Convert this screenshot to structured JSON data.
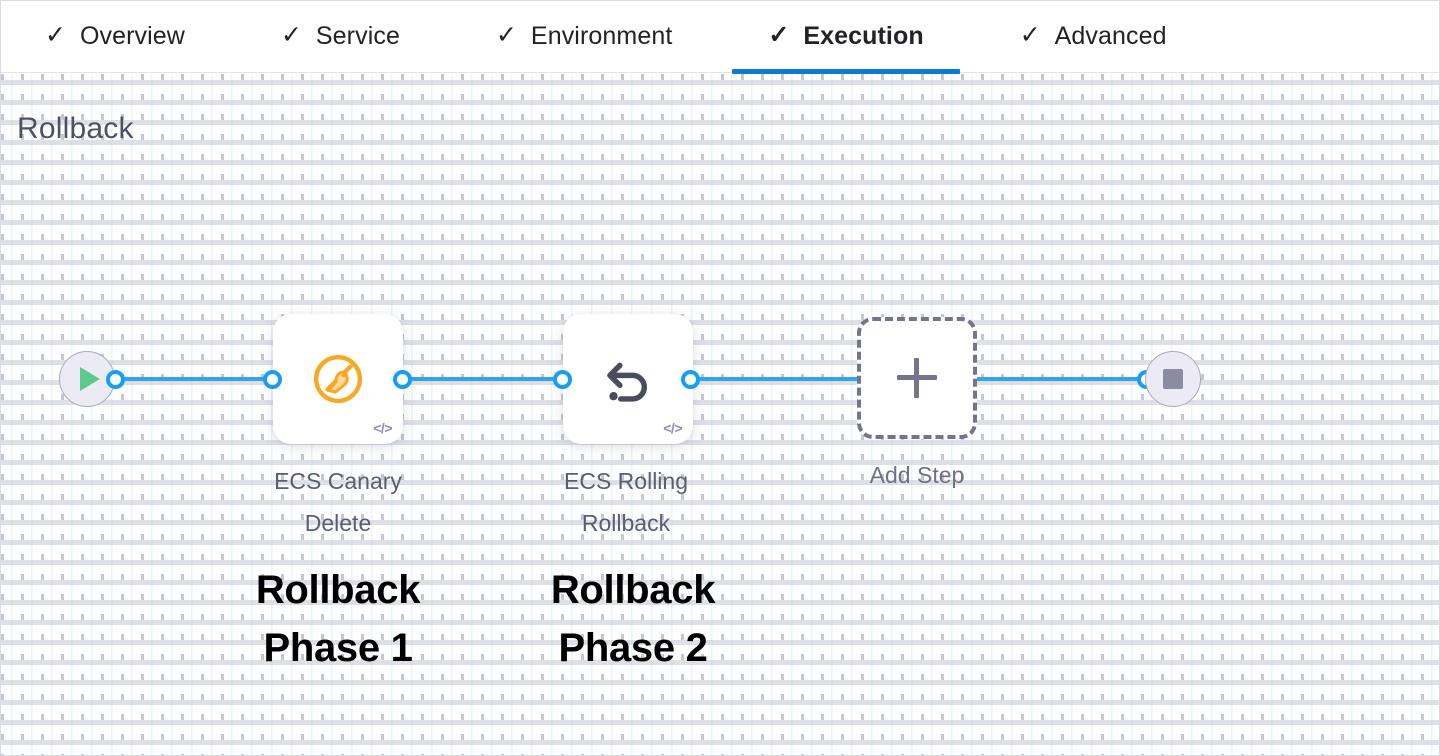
{
  "header": {
    "tabs": [
      {
        "label": "Overview",
        "icon": "check-icon",
        "active": false,
        "complete": true
      },
      {
        "label": "Service",
        "icon": "check-icon",
        "active": false,
        "complete": true
      },
      {
        "label": "Environment",
        "icon": "check-icon",
        "active": false,
        "complete": true
      },
      {
        "label": "Execution",
        "icon": "check-icon",
        "active": true,
        "complete": true
      },
      {
        "label": "Advanced",
        "icon": "check-icon",
        "active": false,
        "complete": true
      }
    ],
    "check_glyph": "✓",
    "active_underline_color": "#0b7ad4"
  },
  "canvas": {
    "section_title": "Rollback",
    "grid": "dotted",
    "edge_color": "#33a3f0",
    "port_color": "#179ef2"
  },
  "flow": {
    "start_node": {
      "name": "pipeline-start",
      "icon": "play-icon",
      "icon_color": "#5cc98d"
    },
    "end_node": {
      "name": "pipeline-end",
      "icon": "stop-icon",
      "icon_color": "#8b8ca0"
    },
    "steps": [
      {
        "label": "ECS Canary\nDelete",
        "icon": "ecs-canary-delete-icon",
        "icon_color": "#f9a826",
        "badge": "</>",
        "annotation": "Rollback\nPhase 1"
      },
      {
        "label": "ECS Rolling\nRollback",
        "icon": "rollback-undo-icon",
        "icon_color": "#4a4c5e",
        "badge": "</>",
        "annotation": "Rollback\nPhase 2"
      }
    ],
    "add_step": {
      "label": "Add Step",
      "icon": "plus-icon"
    }
  }
}
